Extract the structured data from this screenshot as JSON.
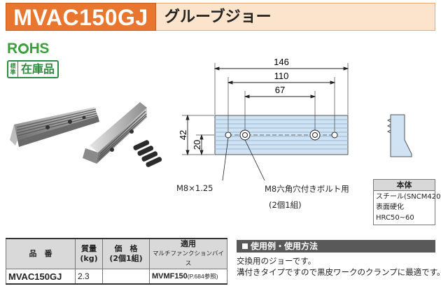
{
  "header": {
    "model": "MVAC150GJ",
    "name": "グルーブジョー"
  },
  "badges": {
    "rohs_r": "R",
    "rohs_hs": "HS",
    "stock_label_top": "標",
    "stock_label_bottom": "準",
    "stock_value": "在庫品"
  },
  "dimensions": {
    "overall": "146",
    "hole_outer": "110",
    "hole_inner": "67",
    "height": "42",
    "hole_height": "20",
    "thread_note": "M8×1.25",
    "bolt_note": "M8六角穴付きボルト用",
    "set_note": "(2個1組)"
  },
  "material": {
    "title": "本体",
    "lines": [
      "スチール(SNCM420)",
      "表面硬化",
      "HRC50~60"
    ]
  },
  "spec_table": {
    "headers": {
      "part_no": "品　番",
      "mass": "質量",
      "mass_unit": "(kg)",
      "price": "価　格",
      "price_unit": "(2個1組)",
      "applicable": "適用",
      "applicable_sub": "マルチファンクションバイス"
    },
    "row": {
      "part_no": "MVAC150GJ",
      "mass": "2.3",
      "price": "",
      "applicable": "MVMF150",
      "applicable_ref": "(P.684参照)"
    }
  },
  "usage": {
    "title": "使用例・使用方法",
    "lines": [
      "交換用のジョーです。",
      "溝付きタイプですので黒皮ワークのクランプに最適です。"
    ]
  },
  "colors": {
    "accent": "#e8762e",
    "accent_light": "#fbe3cc",
    "rohs_green": "#3aa13a",
    "drawing_blue": "#cfe3f4"
  }
}
